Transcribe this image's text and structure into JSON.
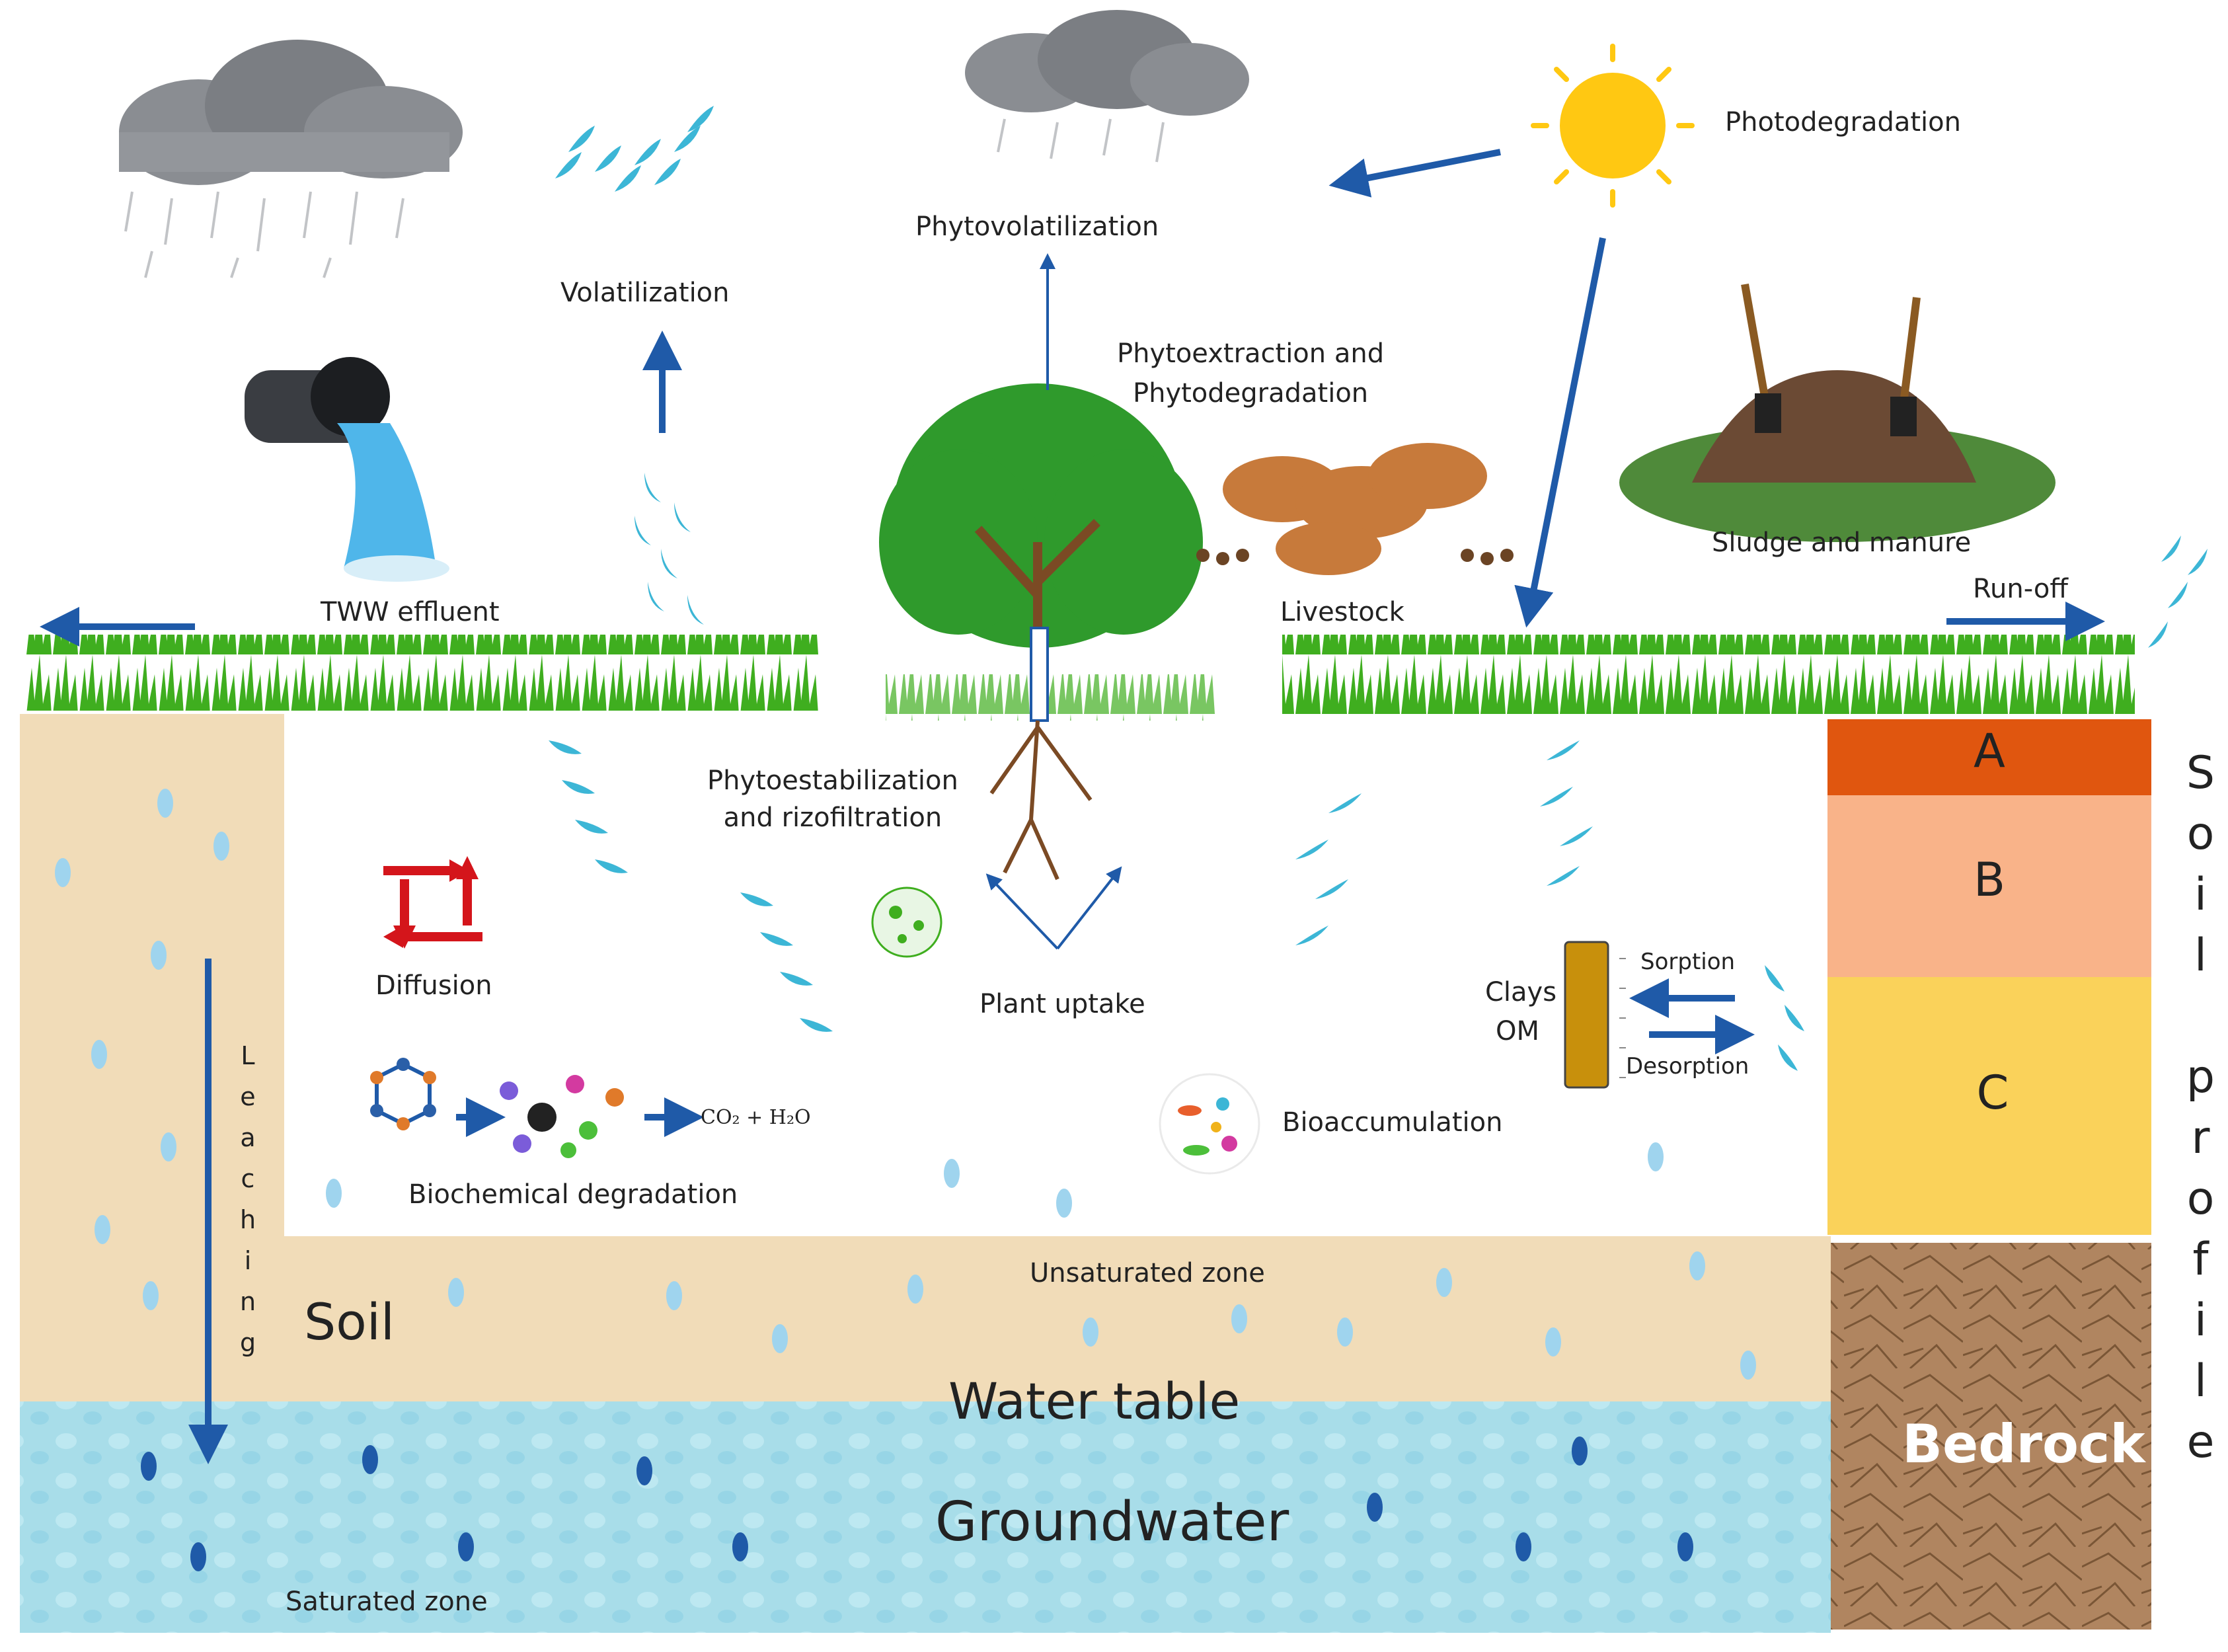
{
  "labels": {
    "photodegradation": "Photodegradation",
    "phytovolatilization": "Phytovolatilization",
    "volatilization": "Volatilization",
    "phytoextraction_line1": "Phytoextraction and",
    "phytoextraction_line2": "Phytodegradation",
    "sludge_manure": "Sludge and manure",
    "tww_effluent": "TWW effluent",
    "livestock": "Livestock",
    "runoff": "Run-off",
    "phytostabilization_line1": "Phytoestabilization",
    "phytostabilization_line2": "and rizofiltration",
    "diffusion": "Diffusion",
    "plant_uptake": "Plant uptake",
    "clays": "Clays",
    "om": "OM",
    "sorption": "Sorption",
    "desorption": "Desorption",
    "bioaccumulation": "Bioaccumulation",
    "biochemical_degradation": "Biochemical degradation",
    "co2_h2o": "CO₂ + H₂O",
    "leaching": "Leaching",
    "soil": "Soil",
    "unsaturated_zone": "Unsaturated zone",
    "water_table": "Water table",
    "groundwater": "Groundwater",
    "saturated_zone": "Saturated zone"
  },
  "soil_profile": {
    "title": "Soil profile",
    "horizons": [
      {
        "name": "A",
        "color": "#e0560f"
      },
      {
        "name": "B",
        "color": "#f9b389"
      },
      {
        "name": "C",
        "color": "#fad25a"
      }
    ],
    "bedrock": "Bedrock",
    "bedrock_color": "#b08560"
  },
  "colors": {
    "soil": "#f1dcb8",
    "groundwater": "#a8dde9",
    "arrow": "#1f5aa8",
    "grass": "#3fae1f",
    "droplet": "#3cb6d6",
    "sun": "#ffc812",
    "tree": "#2f9a2c"
  },
  "icons": [
    "rain-cloud-icon",
    "sun-icon",
    "pipe-icon",
    "tree-icon",
    "cows-icon",
    "manure-pile-icon",
    "shovel-icon",
    "diffusion-arrows-icon",
    "molecule-icon",
    "microbe-icon",
    "clay-column-icon",
    "droplet-icon"
  ]
}
